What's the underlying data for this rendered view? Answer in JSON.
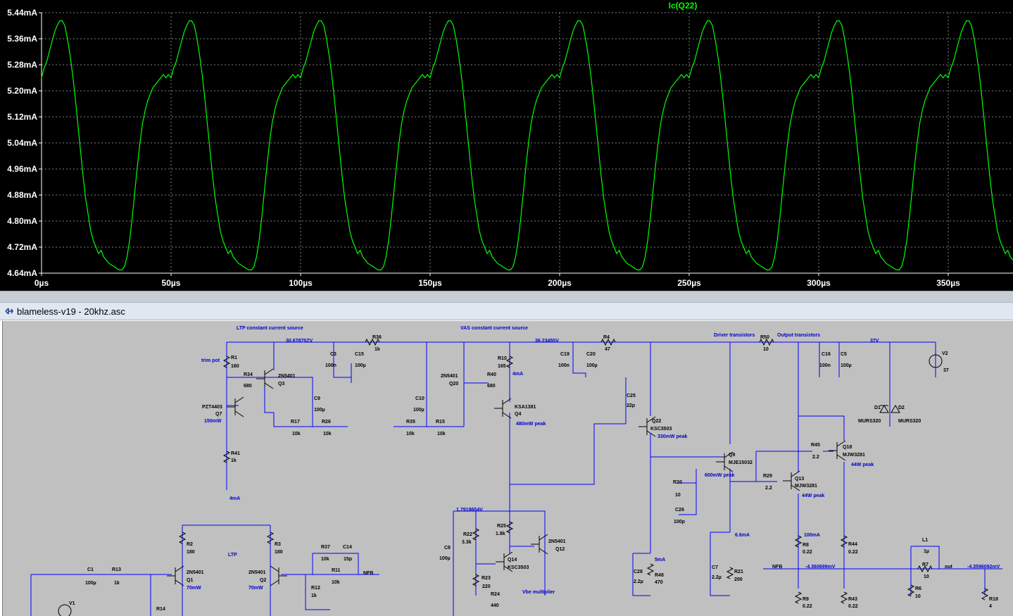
{
  "plot": {
    "trace_name": "Ic(Q22)",
    "trace_color": "#00ff00",
    "y_ticks": [
      "5.44mA",
      "5.36mA",
      "5.28mA",
      "5.20mA",
      "5.12mA",
      "5.04mA",
      "4.96mA",
      "4.88mA",
      "4.80mA",
      "4.72mA",
      "4.64mA"
    ],
    "x_ticks": [
      "0µs",
      "50µs",
      "100µs",
      "150µs",
      "200µs",
      "250µs",
      "300µs",
      "350µs"
    ]
  },
  "chart_data": {
    "type": "line",
    "title": "Ic(Q22)",
    "xlabel": "",
    "ylabel": "",
    "xlim": [
      0,
      375
    ],
    "ylim": [
      4.64,
      5.44
    ],
    "grid": true,
    "series": [
      {
        "name": "Ic(Q22)",
        "color": "#00ff00",
        "period_us": 50,
        "x": [
          0,
          1,
          2,
          3,
          4,
          5,
          6,
          7,
          8,
          9,
          10,
          11,
          12,
          13,
          14,
          15,
          16,
          17,
          18,
          19,
          20,
          21,
          22,
          23,
          24,
          25,
          26,
          27,
          28,
          29,
          30,
          31,
          32,
          33,
          34,
          35,
          36,
          37,
          38,
          39,
          40,
          41,
          42,
          43,
          44,
          45,
          46,
          47,
          48,
          49,
          50
        ],
        "y": [
          5.24,
          5.27,
          5.29,
          5.32,
          5.35,
          5.38,
          5.4,
          5.415,
          5.415,
          5.4,
          5.36,
          5.31,
          5.25,
          5.18,
          5.1,
          5.02,
          4.94,
          4.87,
          4.82,
          4.77,
          4.74,
          4.72,
          4.7,
          4.71,
          4.69,
          4.68,
          4.67,
          4.665,
          4.66,
          4.655,
          4.65,
          4.65,
          4.66,
          4.69,
          4.74,
          4.81,
          4.89,
          4.97,
          5.04,
          5.1,
          5.14,
          5.17,
          5.19,
          5.21,
          5.22,
          5.23,
          5.24,
          5.25,
          5.24,
          5.25,
          5.24
        ]
      }
    ]
  },
  "window": {
    "title": "blameless-v19 - 20khz.asc"
  },
  "schematic": {
    "headings": {
      "ltp_ccs": "LTP constant current source",
      "vas_ccs": "VAS constant current source",
      "drivers": "Driver transistors",
      "outputs": "Output transistors",
      "ltp": "LTP",
      "vbe": "Vbe multiplier"
    },
    "nets": {
      "n1": "30.67875ZV",
      "n2": "36.23455V",
      "n3": "37V",
      "n4": "1.7919654V",
      "nfb_out": "-4.360699mV",
      "out_v": "-4.3596092mV",
      "nfb1": "NFB",
      "nfb2": "NFB",
      "out": "out",
      "i4ma_a": "4mA",
      "i4ma_b": "4mA",
      "i5ma": "5mA",
      "i66ma": "6.6mA",
      "i100ma": "100mA",
      "trim": "trim pot"
    },
    "parts": {
      "R1": "R1",
      "R1v": "160",
      "R34": "R34",
      "R34v": "680",
      "Q3": "2N5401",
      "Q3n": "Q3",
      "Q7": "PZT4403",
      "Q7n": "Q7",
      "Q7p": "150mW",
      "C3": "C3",
      "C3v": "100n",
      "C15": "C15",
      "C15v": "100µ",
      "C9": "C9",
      "C9v": "100µ",
      "R36": "R36",
      "R36v": "1k",
      "R17": "R17",
      "R17v": "10k",
      "R26": "R26",
      "R26v": "10k",
      "R41": "R41",
      "R41v": "1k",
      "C10": "C10",
      "C10v": "100µ",
      "Q20": "2N5401",
      "Q20n": "Q20",
      "R40": "R40",
      "R40v": "680",
      "R10": "R10",
      "R10v": "165",
      "Q4": "KSA1381",
      "Q4n": "Q4",
      "Q4p": "480mW peak",
      "R35": "R35",
      "R35v": "10k",
      "R15": "R15",
      "R15v": "10k",
      "R4": "R4",
      "R4v": "47",
      "C19": "C19",
      "C19v": "100n",
      "C20": "C20",
      "C20v": "100µ",
      "C25": "C25",
      "C25v": "22p",
      "Q22": "Q22",
      "Q22t": "KSC3503",
      "Q22p": "330mW peak",
      "Q9": "Q9",
      "Q9t": "MJE15032",
      "Q9p": "600mW peak",
      "R20": "R20",
      "R20v": "10",
      "C26": "C26",
      "C26v": "100p",
      "R50": "R50",
      "R50v": "10",
      "C16": "C16",
      "C16v": "100n",
      "C5": "C5",
      "C5v": "100µ",
      "V2": "V2",
      "V2v": "37",
      "D1": "D1",
      "D1t": "MURS320",
      "D2": "D2",
      "D2t": "MURS320",
      "R45": "R45",
      "R45v": "2.2",
      "Q18": "Q18",
      "Q18t": "MJW3281",
      "Q18p": "44W peak",
      "R29": "R29",
      "R29v": "2.2",
      "Q13": "Q13",
      "Q13t": "MJW3281",
      "Q13p": "44W peak",
      "R8": "R8",
      "R8v": "0.22",
      "R44": "R44",
      "R44v": "0.22",
      "R9": "R9",
      "R9v": "0.22",
      "R43": "R43",
      "R43v": "0.22",
      "L1": "L1",
      "L1v": "1µ",
      "R7": "R7",
      "R7v": "10",
      "R6": "R6",
      "R6v": "10",
      "R18": "R18",
      "R18v": "4",
      "C28": "C28",
      "C28v": "2.2µ",
      "R48": "R48",
      "R48v": "470",
      "C7": "C7",
      "C7v": "2.2µ",
      "R21": "R21",
      "R21v": "200",
      "R22": "R22",
      "R22v": "3.3k",
      "R25": "R25",
      "R25v": "1.8k",
      "Q12": "2N5401",
      "Q12n": "Q12",
      "Q14": "Q14",
      "Q14t": "KSC3503",
      "R23": "R23",
      "R23v": "220",
      "R24": "R24",
      "R24v": "440",
      "C8": "C8",
      "C8v": "100µ",
      "R2": "R2",
      "R2v": "180",
      "R3": "R3",
      "R3v": "180",
      "Q1": "2N5401",
      "Q1n": "Q1",
      "Q1p": "70mW",
      "Q2": "2N5401",
      "Q2n": "Q2",
      "Q2p": "70mW",
      "C1": "C1",
      "C1v": "100µ",
      "R13": "R13",
      "R13v": "1k",
      "R14": "R14",
      "V1": "V1",
      "R37": "R37",
      "R37v": "10k",
      "C14": "C14",
      "C14v": "15p",
      "R11": "R11",
      "R11v": "10k",
      "R12": "R12",
      "R12v": "1k"
    }
  }
}
